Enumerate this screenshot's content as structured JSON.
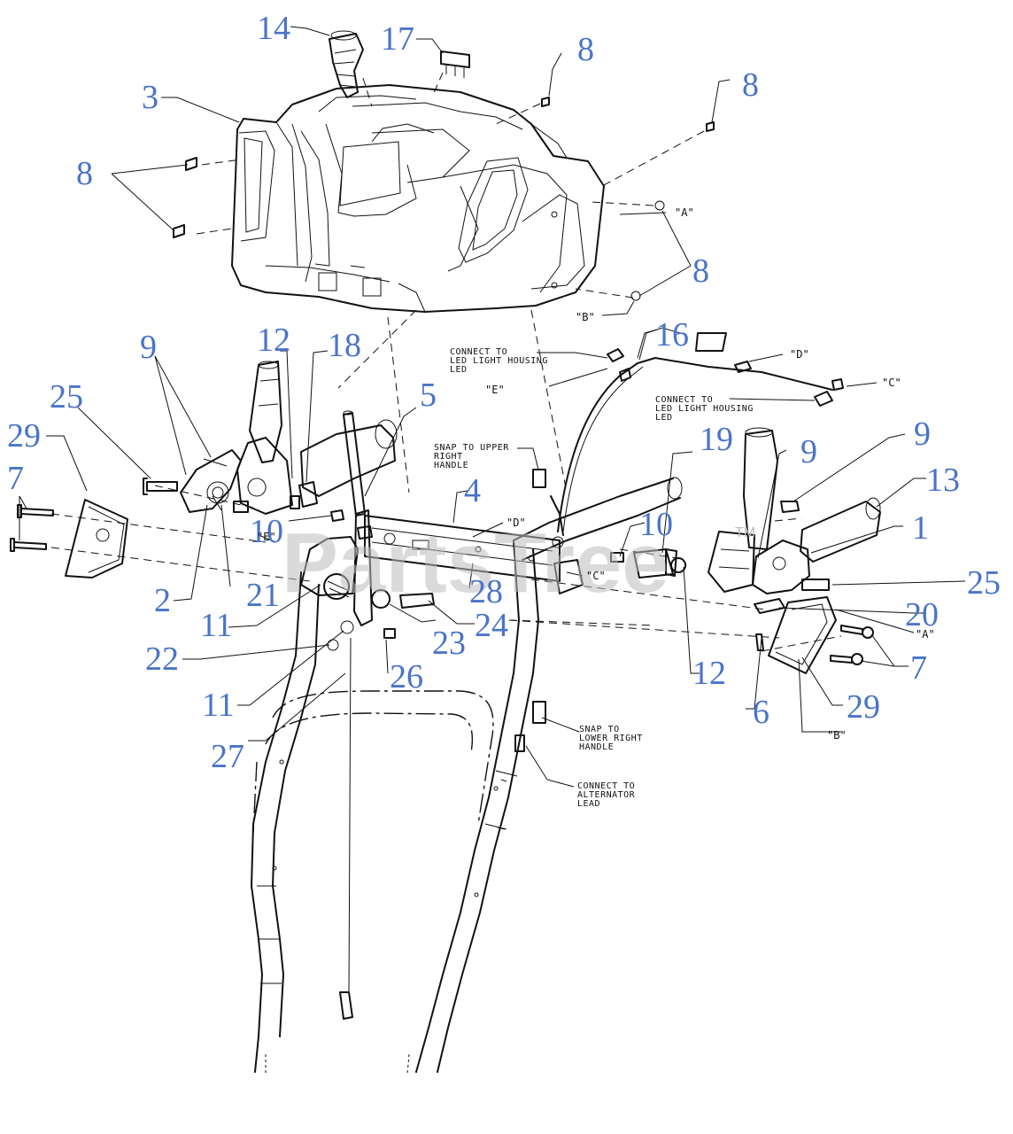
{
  "watermark": {
    "text": "PartsTree",
    "tm": "TM"
  },
  "callouts": [
    {
      "id": "c14",
      "label": "14"
    },
    {
      "id": "c17",
      "label": "17"
    },
    {
      "id": "c8a",
      "label": "8"
    },
    {
      "id": "c8b",
      "label": "8"
    },
    {
      "id": "c3",
      "label": "3"
    },
    {
      "id": "c8c",
      "label": "8"
    },
    {
      "id": "c8d",
      "label": "8"
    },
    {
      "id": "c16",
      "label": "16"
    },
    {
      "id": "c12a",
      "label": "12"
    },
    {
      "id": "c18",
      "label": "18"
    },
    {
      "id": "c9a",
      "label": "9"
    },
    {
      "id": "c25a",
      "label": "25"
    },
    {
      "id": "c29a",
      "label": "29"
    },
    {
      "id": "c7a",
      "label": "7"
    },
    {
      "id": "c5",
      "label": "5"
    },
    {
      "id": "c4",
      "label": "4"
    },
    {
      "id": "c10a",
      "label": "10"
    },
    {
      "id": "c2",
      "label": "2"
    },
    {
      "id": "c21",
      "label": "21"
    },
    {
      "id": "c11a",
      "label": "11"
    },
    {
      "id": "c22",
      "label": "22"
    },
    {
      "id": "c11b",
      "label": "11"
    },
    {
      "id": "c27",
      "label": "27"
    },
    {
      "id": "c23",
      "label": "23"
    },
    {
      "id": "c24",
      "label": "24"
    },
    {
      "id": "c26",
      "label": "26"
    },
    {
      "id": "c28",
      "label": "28"
    },
    {
      "id": "c10b",
      "label": "10"
    },
    {
      "id": "c19",
      "label": "19"
    },
    {
      "id": "c9b",
      "label": "9"
    },
    {
      "id": "c9c",
      "label": "9"
    },
    {
      "id": "c13",
      "label": "13"
    },
    {
      "id": "c1",
      "label": "1"
    },
    {
      "id": "c25b",
      "label": "25"
    },
    {
      "id": "c20",
      "label": "20"
    },
    {
      "id": "c12b",
      "label": "12"
    },
    {
      "id": "c7b",
      "label": "7"
    },
    {
      "id": "c6",
      "label": "6"
    },
    {
      "id": "c29b",
      "label": "29"
    }
  ],
  "refs": {
    "A1": "\"A\"",
    "B1": "\"B\"",
    "D1": "\"D\"",
    "C1": "\"C\"",
    "E1": "\"E\"",
    "E2": "\"E\"",
    "D2": "\"D\"",
    "C2": "\"C\"",
    "A2": "\"A\"",
    "B2": "\"B\""
  },
  "notes": {
    "led_left": [
      "CONNECT TO",
      "LED LIGHT HOUSING",
      "LED"
    ],
    "led_right": [
      "CONNECT TO",
      "LED LIGHT HOUSING",
      "LED"
    ],
    "snap_upper": [
      "SNAP TO UPPER",
      "RIGHT",
      "HANDLE"
    ],
    "snap_lower": [
      "SNAP TO",
      "LOWER RIGHT",
      "HANDLE"
    ],
    "alternator": [
      "CONNECT TO",
      "ALTERNATOR",
      "LEAD"
    ]
  }
}
